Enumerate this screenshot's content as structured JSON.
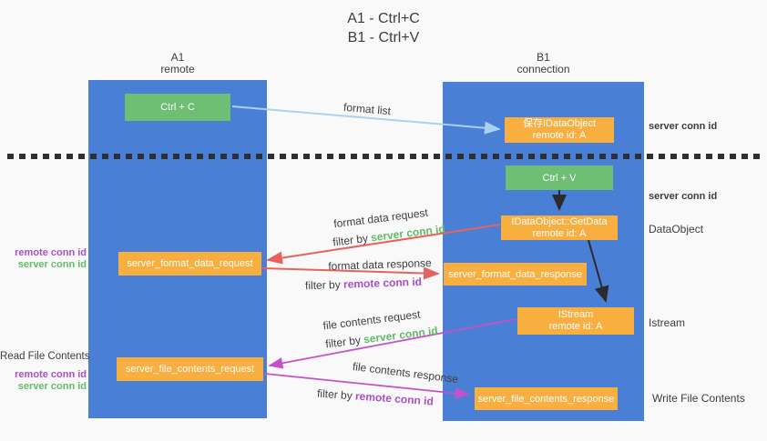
{
  "title": {
    "line1": "A1 - Ctrl+C",
    "line2": "B1 - Ctrl+V"
  },
  "lanes": {
    "left": {
      "title": "A1",
      "subtitle": "remote"
    },
    "right": {
      "title": "B1",
      "subtitle": "connection"
    }
  },
  "nodes": {
    "ctrl_c": {
      "label": "Ctrl + C"
    },
    "ctrl_v": {
      "label": "Ctrl + V"
    },
    "save_dataobject": {
      "line1": "保存IDataObject",
      "line2": "remote id: A"
    },
    "getdata": {
      "line1": "IDataObject::GetData",
      "line2": "remote id: A"
    },
    "istream": {
      "line1": "IStream",
      "line2": "remote id: A"
    },
    "format_request": {
      "label": "server_format_data_request"
    },
    "format_response": {
      "label": "server_format_data_response"
    },
    "file_request": {
      "label": "server_file_contents_request"
    },
    "file_response": {
      "label": "server_file_contents_response"
    }
  },
  "labels": {
    "format_list": "format list",
    "format_data_request": "format data request",
    "format_data_response": "format data response",
    "file_contents_request": "file contents request",
    "file_contents_response": "file contents response",
    "filter_by": "filter by ",
    "server_conn_id": "server conn id",
    "remote_conn_id": "remote conn id",
    "read_file_contents": "Read File Contents",
    "write_file_contents": "Write File Contents",
    "dataobject": "DataObject",
    "istream": "Istream"
  },
  "colors": {
    "background": "#f9f9f9",
    "lane_blue": "#4a7fd6",
    "node_green": "#6ebe73",
    "node_orange": "#f9ae40",
    "arrow_light_blue": "#a8d2f0",
    "arrow_red": "#e8625d",
    "arrow_magenta": "#c551c9",
    "arrow_black": "#2b2b2b",
    "dashed_line": "#2f2f2f",
    "text_green": "#62bc66",
    "text_purple": "#a94ec9",
    "text_dark": "#3d3d3d"
  }
}
